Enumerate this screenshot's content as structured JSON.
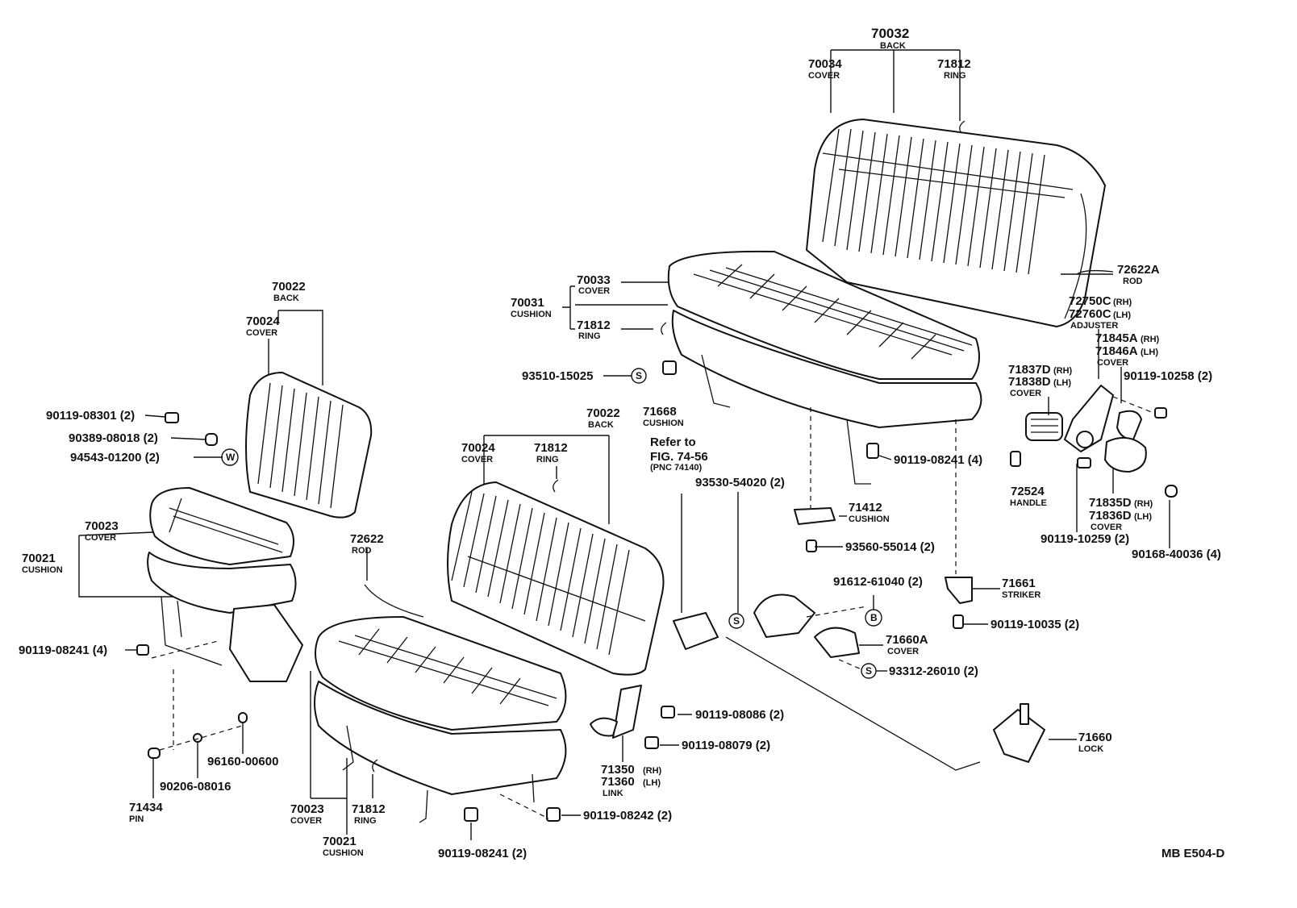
{
  "labels": {
    "l70032": "70032",
    "l70032n": "BACK",
    "l70034a": "70034",
    "l70034an": "COVER",
    "l71812a": "71812",
    "l71812an": "RING",
    "l72622A": "72622A",
    "l72622An": "ROD",
    "l72750C": "72750C",
    "l72750Cs": "(RH)",
    "l72760C": "72760C",
    "l72760Cs": "(LH)",
    "l72760Cn": "ADJUSTER",
    "l71845A": "71845A",
    "l71845As": "(RH)",
    "l71846A": "71846A",
    "l71846As": "(LH)",
    "l71846An": "COVER",
    "l90119_10258": "90119-10258 (2)",
    "l71837D": "71837D",
    "l71837Ds": "(RH)",
    "l71838D": "71838D",
    "l71838Ds": "(LH)",
    "l71838Dn": "COVER",
    "l72524": "72524",
    "l72524n": "HANDLE",
    "l71835D": "71835D",
    "l71835Ds": "(RH)",
    "l71836D": "71836D",
    "l71836Ds": "(LH)",
    "l71836Dn": "COVER",
    "l90119_10259": "90119-10259 (2)",
    "l90168_40036": "90168-40036 (4)",
    "l70033": "70033",
    "l70033n": "COVER",
    "l70031": "70031",
    "l70031n": "CUSHION",
    "l71812b": "71812",
    "l71812bn": "RING",
    "l93510": "93510-15025",
    "l71668": "71668",
    "l71668n": "CUSHION",
    "l90119_08241c": "90119-08241 (4)",
    "l71412": "71412",
    "l71412n": "CUSHION",
    "l93560": "93560-55014 (2)",
    "l91612": "91612-61040 (2)",
    "l71661": "71661",
    "l71661n": "STRIKER",
    "l90119_10035": "90119-10035 (2)",
    "l71660A": "71660A",
    "l71660An": "COVER",
    "l93312": "93312-26010 (2)",
    "l71660": "71660",
    "l71660n": "LOCK",
    "lRefer1": "Refer to",
    "lRefer2": "FIG. 74-56",
    "lRefer3": "(PNC 74140)",
    "l93530": "93530-54020 (2)",
    "l70022b": "70022",
    "l70022bn": "BACK",
    "l70024b": "70024",
    "l70024bn": "COVER",
    "l71812c": "71812",
    "l71812cn": "RING",
    "l72622": "72622",
    "l72622n": "ROD",
    "l90119_08086": "90119-08086 (2)",
    "l90119_08079": "90119-08079 (2)",
    "l71350": "71350",
    "l71350s": "(RH)",
    "l71360": "71360",
    "l71360s": "(LH)",
    "l71360n": "LINK",
    "l90119_08242": "90119-08242 (2)",
    "l90119_08241b": "90119-08241 (2)",
    "l70023b": "70023",
    "l70023bn": "COVER",
    "l71812d": "71812",
    "l71812dn": "RING",
    "l70021b": "70021",
    "l70021bn": "CUSHION",
    "l70022a": "70022",
    "l70022an": "BACK",
    "l70024a": "70024",
    "l70024an": "COVER",
    "l90119_08301": "90119-08301 (2)",
    "l90389": "90389-08018 (2)",
    "l94543": "94543-01200 (2)",
    "l70023a": "70023",
    "l70023an": "COVER",
    "l70021a": "70021",
    "l70021an": "CUSHION",
    "l90119_08241a": "90119-08241 (4)",
    "l96160": "96160-00600",
    "l90206": "90206-08016",
    "l71434": "71434",
    "l71434n": "PIN",
    "lFooter": "MB  E504-D",
    "sym_S": "S",
    "sym_W": "W",
    "sym_B": "B"
  }
}
